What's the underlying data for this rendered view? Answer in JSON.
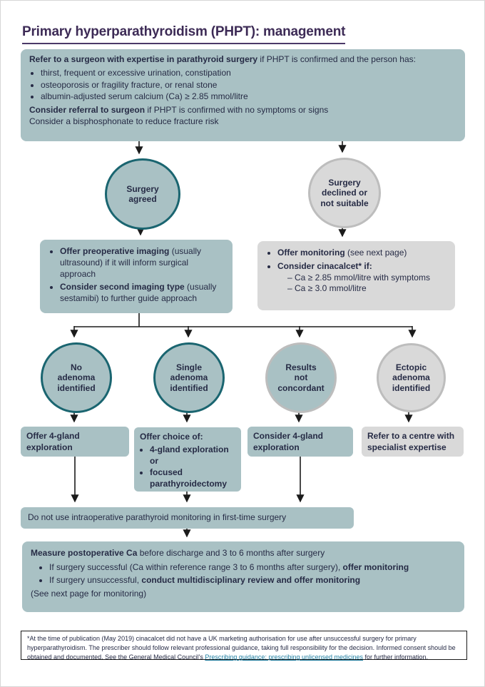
{
  "title": "Primary hyperparathyroidism (PHPT): management",
  "colors": {
    "title_purple": "#3d2b56",
    "teal_fill": "#a9c1c4",
    "teal_border": "#1a6570",
    "grey_fill": "#d9d9d9",
    "grey_border": "#bdbdbd",
    "text": "#262b45",
    "link": "#1e7ea1",
    "arrow": "#1b1b1b"
  },
  "referral_box": {
    "heading_bold": "Refer to a surgeon with expertise in parathyroid surgery",
    "heading_rest": " if PHPT is confirmed and the person has:",
    "bullets": [
      "thirst, frequent or excessive urination, constipation",
      "osteoporosis or fragility fracture, or renal stone",
      "albumin-adjusted serum calcium (Ca) ≥ 2.85 mmol/litre"
    ],
    "consider_bold": "Consider referral to surgeon",
    "consider_rest": " if PHPT is confirmed with no symptoms or signs",
    "bisphosphonate": "Consider a bisphosphonate to reduce fracture risk"
  },
  "circles": {
    "surgery_agreed": [
      "Surgery",
      "agreed"
    ],
    "surgery_declined": [
      "Surgery",
      "declined or",
      "not suitable"
    ],
    "no_adenoma": [
      "No",
      "adenoma",
      "identified"
    ],
    "single_adenoma": [
      "Single",
      "adenoma",
      "identified"
    ],
    "results_not_concordant": [
      "Results",
      "not",
      "concordant"
    ],
    "ectopic_adenoma": [
      "Ectopic",
      "adenoma",
      "identified"
    ]
  },
  "preop_box": {
    "bullet1_bold": "Offer preoperative imaging",
    "bullet1_rest": " (usually ultrasound) if it will inform surgical approach",
    "bullet2_bold": "Consider second imaging type",
    "bullet2_rest": " (usually sestamibi) to further guide approach"
  },
  "monitoring_box": {
    "bullet1_bold": "Offer monitoring",
    "bullet1_rest": " (see next page)",
    "bullet2_bold": "Consider cinacalcet* if:",
    "sub_items": [
      "– Ca ≥ 2.85 mmol/litre with symptoms",
      "– Ca ≥ 3.0 mmol/litre"
    ]
  },
  "outcome_boxes": {
    "four_gland": "Offer 4-gland exploration",
    "choice_heading": "Offer choice of:",
    "choice_items": [
      "4-gland exploration or",
      "focused parathyroidectomy"
    ],
    "consider_four_gland": "Consider 4-gland exploration",
    "specialist_centre": "Refer to a centre with specialist expertise"
  },
  "no_iopm_box": "Do not use intraoperative parathyroid monitoring in first-time surgery",
  "postop_box": {
    "lead_bold": "Measure postoperative Ca",
    "lead_rest": " before discharge and 3 to 6 months after surgery",
    "bullet1_pre": "If surgery successful (Ca within reference range 3 to 6 months after surgery), ",
    "bullet1_bold": "offer monitoring",
    "bullet2_pre": "If surgery unsuccessful, ",
    "bullet2_bold": "conduct multidisciplinary review and offer monitoring",
    "see_next": "(See next page for monitoring)"
  },
  "footnote": {
    "text_pre": "*At the time of publication (May 2019) cinacalcet did not have a UK marketing authorisation for use after unsuccessful surgery for primary hyperparathyroidism. The prescriber should follow relevant professional guidance, taking full responsibility for the decision. Informed consent should be obtained and documented. See the General Medical Council's ",
    "link_text": "Prescribing guidance: prescribing unlicensed medicines",
    "text_post": " for further information."
  }
}
